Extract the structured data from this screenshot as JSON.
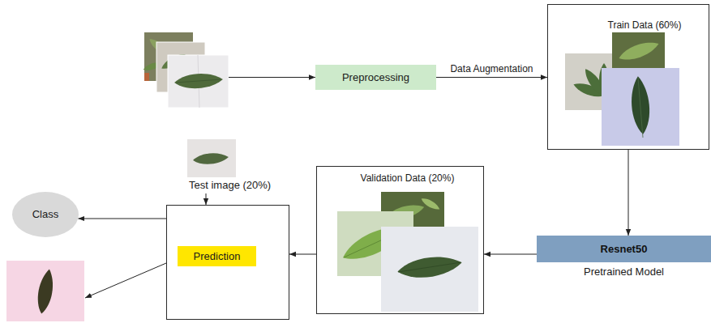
{
  "diagram": {
    "nodes": [
      {
        "text": [
          "Preprocessing"
        ]
      },
      {
        "text": [
          "Train Data (60%)"
        ]
      },
      {
        "text": [
          "Resnet50",
          "Pretrained Model"
        ]
      },
      {
        "text": [
          "Validation Data (20%)"
        ]
      },
      {
        "text": [
          "Test image (20%)"
        ]
      },
      {
        "text": [
          "Prediction"
        ],
        "in": 4
      },
      {
        "text": [
          "Class"
        ]
      }
    ],
    "edges": [
      {
        "from": 0,
        "to": 1,
        "label": "Data Augmentation",
        "arrow": "to"
      },
      {
        "from": 1,
        "to": 2,
        "arrow": "to"
      },
      {
        "from": 2,
        "to": 3,
        "arrow": "to"
      },
      {
        "from": 3,
        "to": 4,
        "arrow": "to"
      },
      {
        "from": 4,
        "to": 6,
        "arrow": "to"
      }
    ]
  }
}
